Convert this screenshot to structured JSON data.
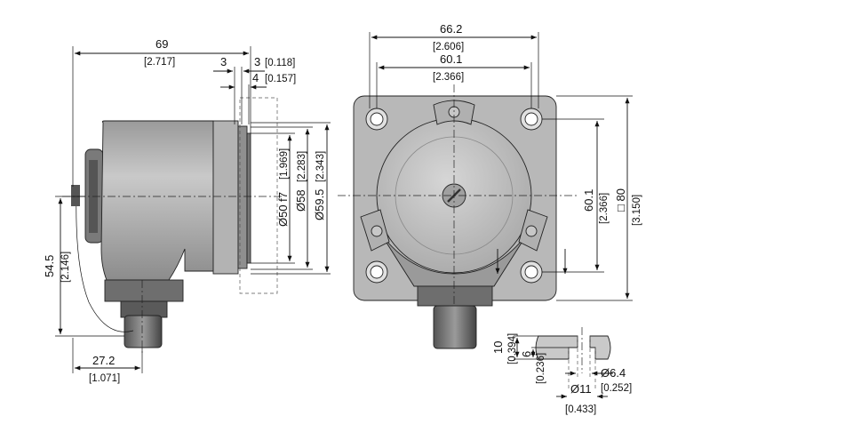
{
  "side_view": {
    "overall_length": "69",
    "overall_length_in": "[2.717]",
    "dim_3a": "3",
    "dim_3b": "3",
    "dim_3_in": "[0.118]",
    "dim_4": "4",
    "dim_4_in": "[0.157]",
    "dia_50": "Ø50 f7",
    "dia_50_in": "[1.969]",
    "dia_58": "Ø58",
    "dia_58_in": "[2.283]",
    "dia_59_5": "Ø59.5",
    "dia_59_5_in": "[2.343]",
    "height_54_5": "54.5",
    "height_54_5_in": "[2.146]",
    "width_27_2": "27.2",
    "width_27_2_in": "[1.071]"
  },
  "front_view": {
    "width_66_2": "66.2",
    "width_66_2_in": "[2.606]",
    "width_60_1": "60.1",
    "width_60_1_in": "[2.366]",
    "height_60_1": "60.1",
    "height_60_1_in": "[2.366]",
    "square_80": "□ 80",
    "square_80_in": "[3.150]"
  },
  "detail_view": {
    "depth_10": "10",
    "depth_10_in": "[0.394]",
    "depth_6": "6",
    "depth_6_in": "[0.236]",
    "dia_6_4": "Ø6.4",
    "dia_6_4_in": "[0.252]",
    "dia_11": "Ø11",
    "dia_11_in": "[0.433]"
  }
}
